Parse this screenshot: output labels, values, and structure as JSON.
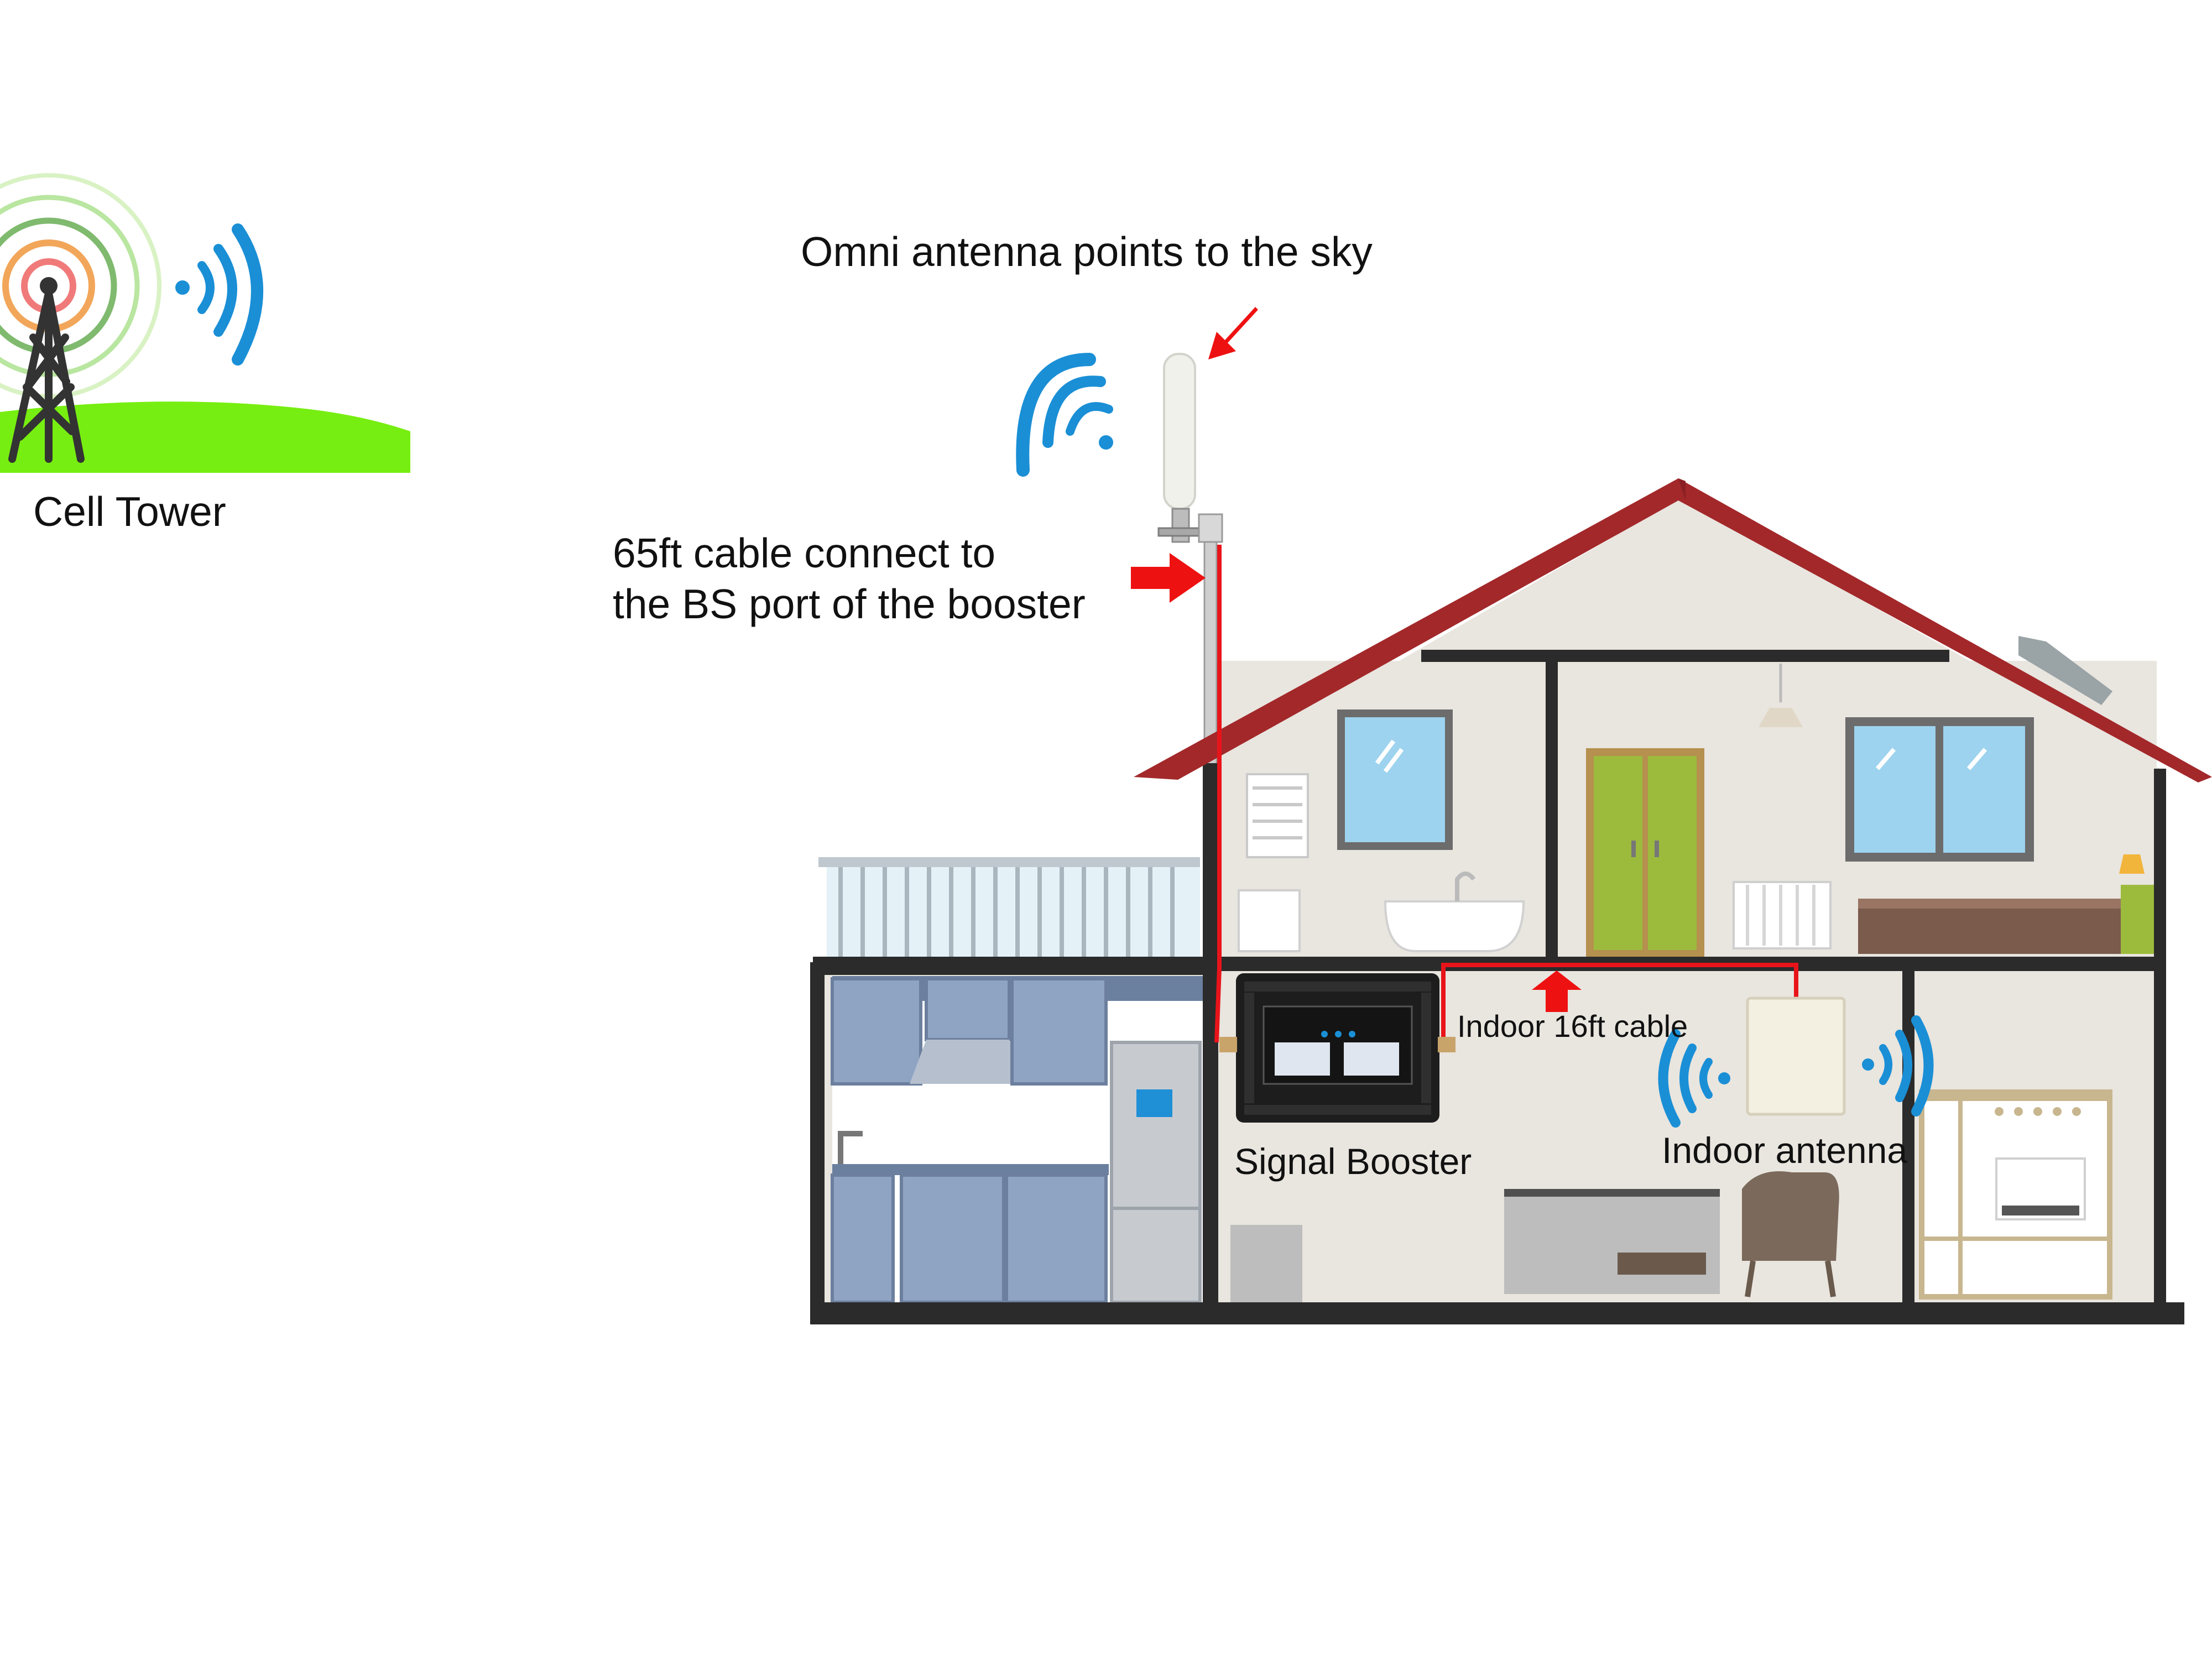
{
  "labels": {
    "cell_tower": "Cell Tower",
    "omni_antenna": "Omni antenna points to the sky",
    "outdoor_cable_line1": "65ft cable connect to",
    "outdoor_cable_line2": "the BS port of the booster",
    "indoor_cable": "Indoor 16ft cable",
    "signal_booster": "Signal Booster",
    "indoor_antenna": "Indoor antenna"
  },
  "colors": {
    "cable": "#e8141a",
    "arrow": "#ee1111",
    "roof": "#a3282a",
    "wall": "#e9e5df",
    "frame": "#2b2b2b",
    "grass": "#77ee11",
    "signal": "#1a8fd6",
    "kitchen_cabinet": "#8fa3c2",
    "window_glass": "#9dd3ee",
    "wardrobe": "#9cbb3d"
  },
  "icons": {
    "tower": "cell-tower-icon",
    "signal": "wifi-signal-icon",
    "arrow": "red-arrow-icon"
  }
}
